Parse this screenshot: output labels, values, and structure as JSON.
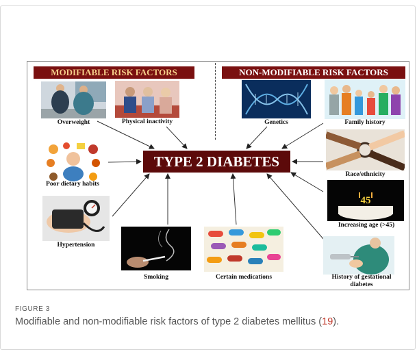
{
  "diagram": {
    "banners": {
      "modifiable": "MODIFIABLE RISK FACTORS",
      "non_modifiable": "NON-MODIFIABLE RISK FACTORS"
    },
    "center": "TYPE 2 DIABETES",
    "modifiable_factors": [
      "Overweight",
      "Physical inactivity",
      "Poor dietary habits",
      "Hypertension",
      "Smoking",
      "Certain medications"
    ],
    "non_modifiable_factors": [
      "Genetics",
      "Family history",
      "Race/ethnicity",
      "Increasing age (>45)",
      "History of gestational diabetes"
    ],
    "age_number": "45",
    "gestational_line1": "History of gestational",
    "gestational_line2": "diabetes"
  },
  "caption": {
    "label": "FIGURE 3",
    "text_before": "Modifiable and non-modifiable risk factors of type 2 diabetes mellitus (",
    "ref": "19",
    "text_after": ")."
  }
}
